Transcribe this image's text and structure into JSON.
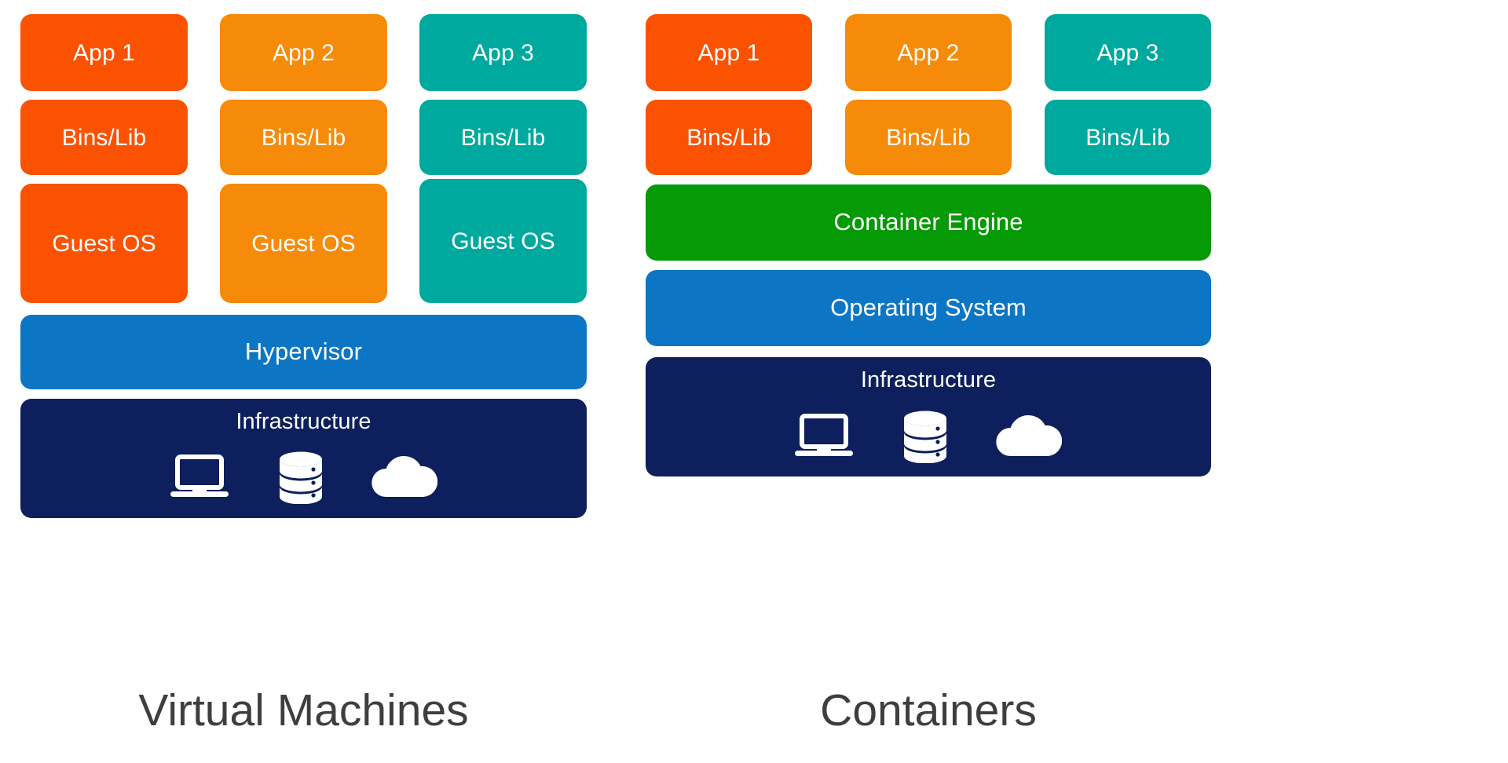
{
  "diagram": {
    "title_hidden": "",
    "palette": {
      "red": "#fa5200",
      "orange": "#f68a09",
      "teal": "#00a99d",
      "blue": "#0c76c4",
      "green": "#069a06",
      "navy": "#0d1f5c",
      "caption_text": "#3e3e3e",
      "background": "#ffffff"
    },
    "left": {
      "caption": "Virtual Machines",
      "apps": [
        "App 1",
        "App 2",
        "App 3"
      ],
      "bins": [
        "Bins/Lib",
        "Bins/Lib",
        "Bins/Lib"
      ],
      "guest_os": [
        "Guest OS",
        "Guest OS",
        "Guest OS"
      ],
      "hypervisor": "Hypervisor",
      "infrastructure": "Infrastructure",
      "infrastructure_icons": [
        "laptop-icon",
        "database-icon",
        "cloud-icon"
      ]
    },
    "right": {
      "caption": "Containers",
      "apps": [
        "App 1",
        "App 2",
        "App 3"
      ],
      "bins": [
        "Bins/Lib",
        "Bins/Lib",
        "Bins/Lib"
      ],
      "container_engine": "Container Engine",
      "operating_system": "Operating System",
      "infrastructure": "Infrastructure",
      "infrastructure_icons": [
        "laptop-icon",
        "database-icon",
        "cloud-icon"
      ]
    }
  }
}
